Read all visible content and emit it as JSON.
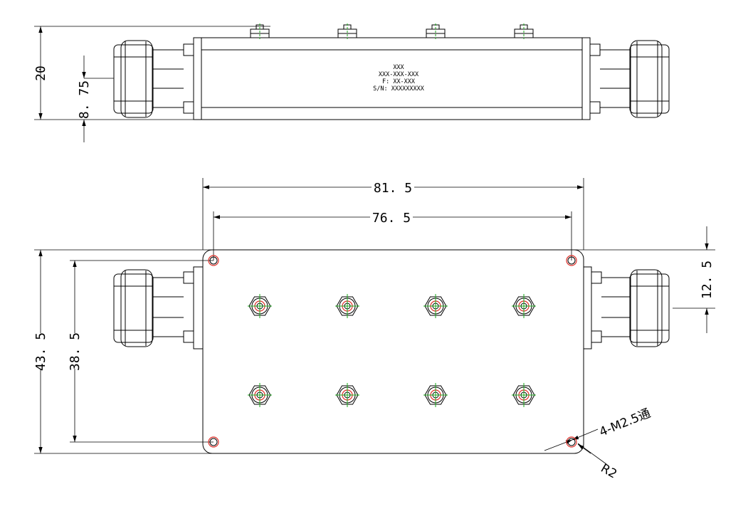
{
  "side_view": {
    "label_lines": [
      "XXX",
      "XXX-XXX-XXX",
      "F: XX-XXX",
      "S/N: XXXXXXXXX"
    ],
    "dim_height": "20",
    "dim_connector_offset": "8. 75"
  },
  "top_view": {
    "dim_overall_length": "81. 5",
    "dim_hole_spacing_x": "76. 5",
    "dim_overall_width": "43. 5",
    "dim_hole_spacing_y": "38. 5",
    "dim_connector_offset": "12. 5",
    "callout_holes": "4-M2.5通",
    "callout_radius": "R2"
  },
  "colors": {
    "line": "#000000",
    "hole_ring": "#e0302a",
    "center_mark": "#1aaa1a"
  }
}
